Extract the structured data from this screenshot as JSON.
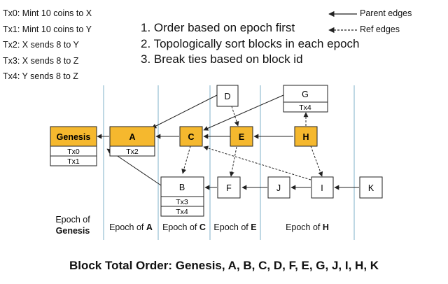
{
  "transactions": [
    "Tx0: Mint 10 coins to X",
    "Tx1: Mint 10 coins to Y",
    "Tx2: X sends 8 to Y",
    "Tx3: X sends 8 to Z",
    "Tx4: Y sends 8 to Z"
  ],
  "rules": [
    "1. Order based on epoch first",
    "2. Topologically sort blocks in each epoch",
    "3. Break ties based on block id"
  ],
  "legend": {
    "parent": "Parent edges",
    "ref": "Ref edges"
  },
  "colors": {
    "epoch_block": "#f5b82e",
    "border": "#222222",
    "separator": "#7fb2c9"
  },
  "blocks": {
    "genesis": {
      "label": "Genesis",
      "txs": [
        "Tx0",
        "Tx1"
      ]
    },
    "a": {
      "label": "A",
      "txs": [
        "Tx2"
      ]
    },
    "b": {
      "label": "B",
      "txs": [
        "Tx3",
        "Tx4"
      ]
    },
    "c": {
      "label": "C",
      "txs": []
    },
    "d": {
      "label": "D",
      "txs": []
    },
    "e": {
      "label": "E",
      "txs": []
    },
    "f": {
      "label": "F",
      "txs": []
    },
    "g": {
      "label": "G",
      "txs": [
        "Tx4"
      ]
    },
    "h": {
      "label": "H",
      "txs": []
    },
    "i": {
      "label": "I",
      "txs": []
    },
    "j": {
      "label": "J",
      "txs": []
    },
    "k": {
      "label": "K",
      "txs": []
    }
  },
  "epochs": {
    "genesis": {
      "prefix": "Epoch of",
      "name": "Genesis"
    },
    "a": {
      "prefix": "Epoch of",
      "name": "A"
    },
    "c": {
      "prefix": "Epoch of",
      "name": "C"
    },
    "e": {
      "prefix": "Epoch of",
      "name": "E"
    },
    "h": {
      "prefix": "Epoch of",
      "name": "H"
    }
  },
  "total_order": "Block Total Order: Genesis, A, B, C, D, F, E, G, J, I, H, K"
}
